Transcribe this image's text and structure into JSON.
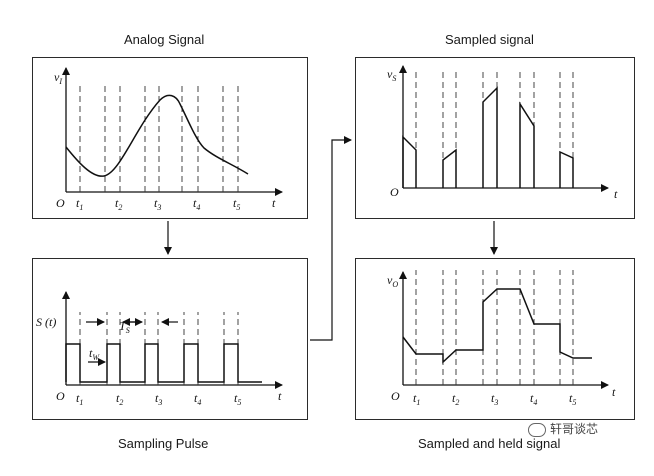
{
  "titles": {
    "analog": "Analog Signal",
    "sampled": "Sampled signal",
    "pulse": "Sampling Pulse",
    "held": "Sampled and held signal"
  },
  "axes": {
    "analog_y": "v",
    "analog_y_sub": "I",
    "sampled_y": "v",
    "sampled_y_sub": "S",
    "held_y": "v",
    "held_y_sub": "O",
    "pulse_y": "S (t)",
    "origin": "O",
    "x": "t"
  },
  "ticks": {
    "t": "t",
    "subs": [
      "1",
      "2",
      "3",
      "4",
      "5"
    ]
  },
  "pulse_labels": {
    "period": "T",
    "period_sub": "S",
    "width": "t",
    "width_sub": "W"
  },
  "watermark": "轩哥谈芯"
}
